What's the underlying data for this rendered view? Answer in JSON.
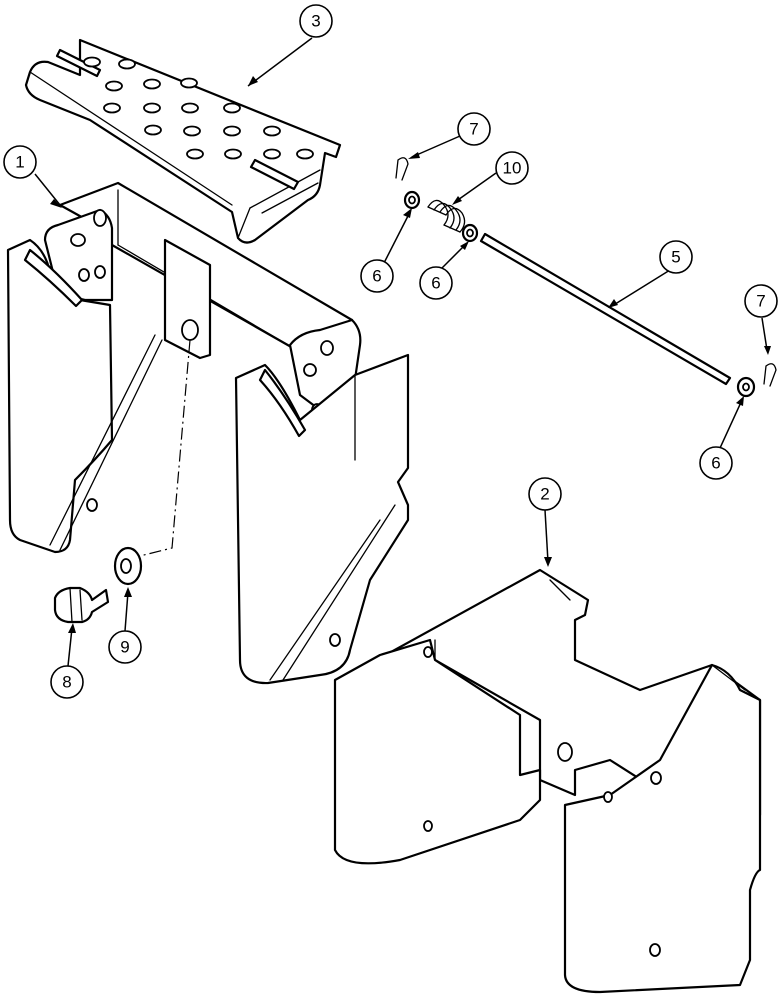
{
  "callouts": {
    "c1": "1",
    "c2": "2",
    "c3": "3",
    "c5": "5",
    "c6a": "6",
    "c6b": "6",
    "c6c": "6",
    "c7a": "7",
    "c7b": "7",
    "c8": "8",
    "c9": "9",
    "c10": "10"
  }
}
